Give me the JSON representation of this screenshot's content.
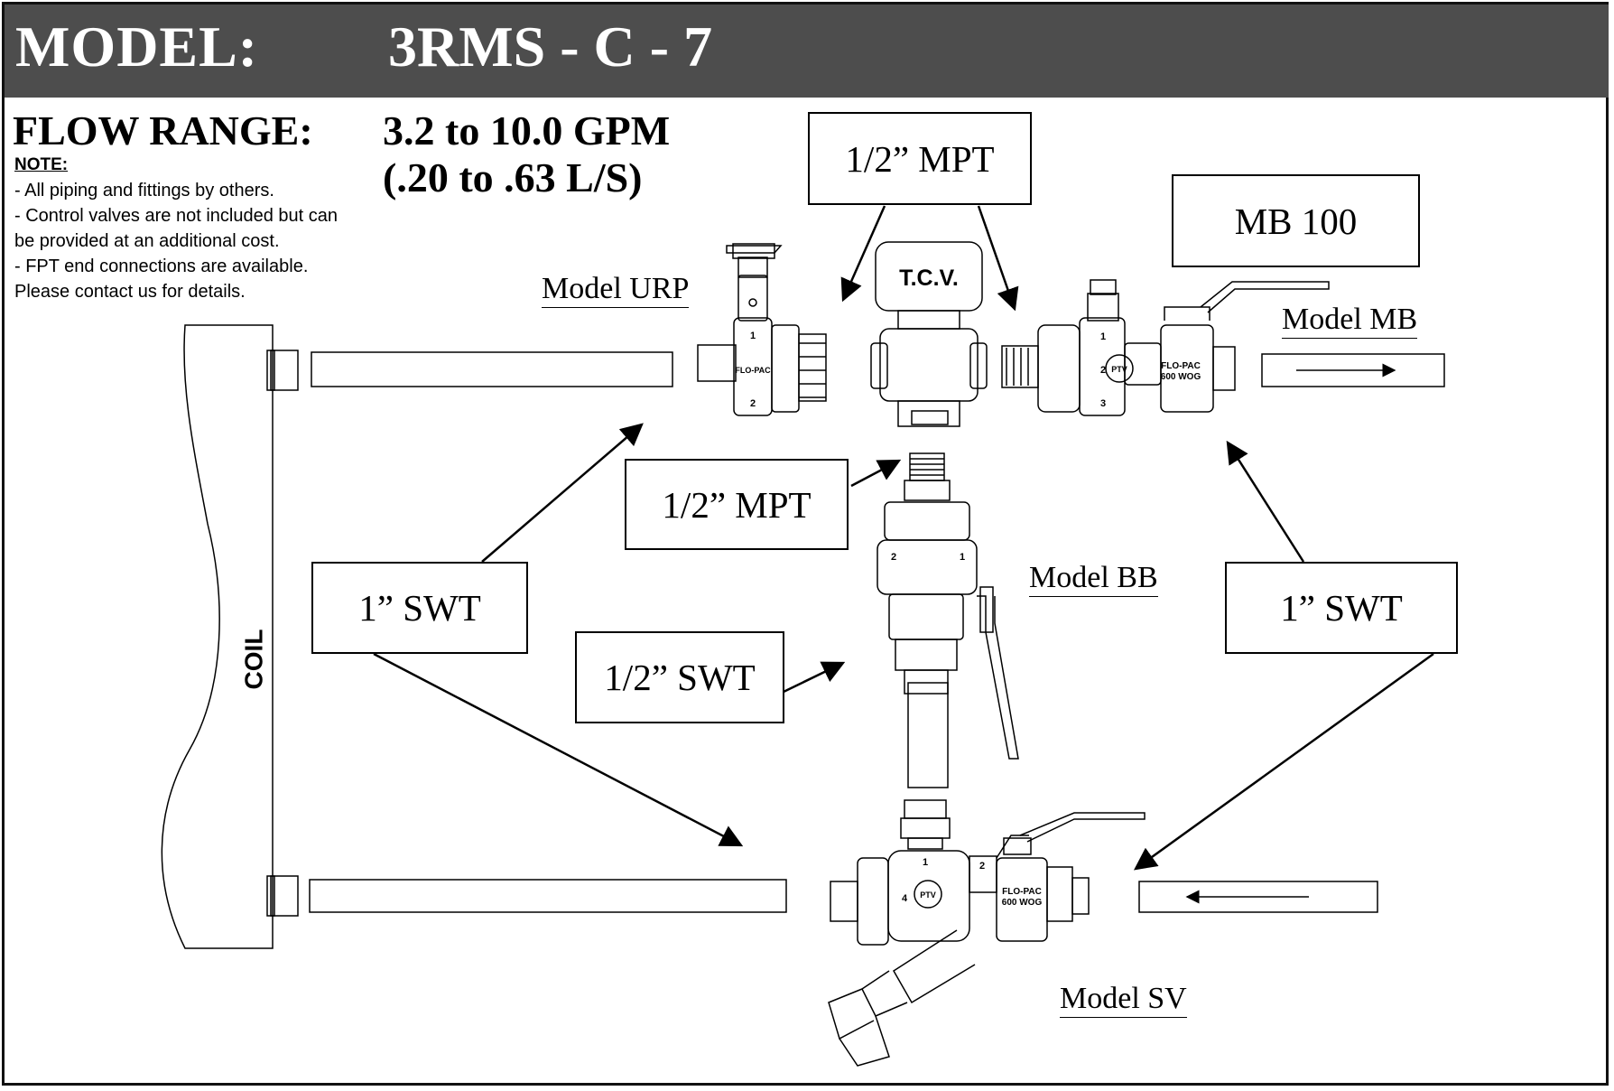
{
  "header": {
    "model_label": "MODEL:",
    "model_value": "3RMS - C - 7"
  },
  "flow": {
    "label": "FLOW RANGE:",
    "gpm": "3.2 to 10.0 GPM",
    "ls": "(.20 to .63 L/S)"
  },
  "note": {
    "title": "NOTE:",
    "lines": [
      "- All piping and fittings by others.",
      "- Control valves are not included but can",
      "be provided at an additional cost.",
      "- FPT end connections are available.",
      "Please contact us for details."
    ]
  },
  "callouts": {
    "mpt_top": "1/2” MPT",
    "mb100": "MB 100",
    "mpt_mid": "1/2” MPT",
    "swt_left": "1” SWT",
    "swt_half": "1/2” SWT",
    "swt_right": "1” SWT"
  },
  "models": {
    "urp": "Model URP",
    "mb": "Model MB",
    "bb": "Model BB",
    "sv": "Model SV"
  },
  "components": {
    "coil": "COIL",
    "tcv": "T.C.V.",
    "flopac": "FLO-PAC",
    "wog": "600 WOG",
    "ptv": "PTV",
    "num1": "1",
    "num2": "2",
    "num3": "3",
    "num4": "4"
  }
}
